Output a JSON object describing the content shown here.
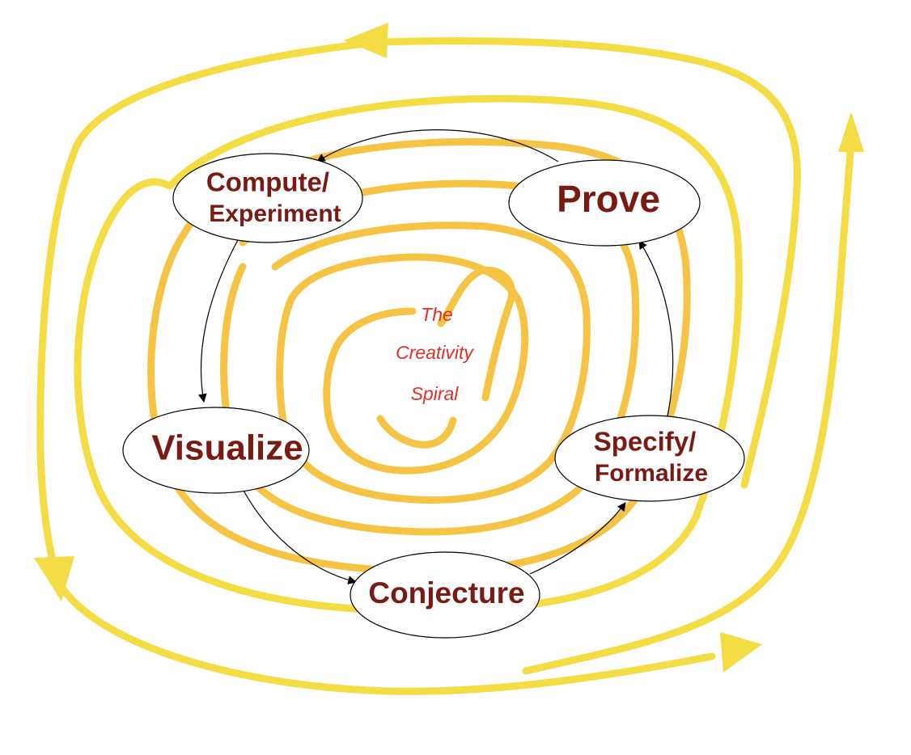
{
  "colors": {
    "spiral": "#f4dd44",
    "spiral_inner": "#f6c445",
    "node_text": "#7a1a14",
    "center_text": "#e0302b",
    "connector": "#000000"
  },
  "center_label": {
    "line1": "The",
    "line2": "Creativity",
    "line3": "Spiral"
  },
  "nodes": {
    "compute": {
      "line1": "Compute/",
      "line2": "Experiment"
    },
    "prove": {
      "label": "Prove"
    },
    "visualize": {
      "label": "Visualize"
    },
    "specify": {
      "line1": "Specify/",
      "line2": "Formalize"
    },
    "conjecture": {
      "label": "Conjecture"
    }
  },
  "cycle_order": [
    "Compute/Experiment",
    "Visualize",
    "Conjecture",
    "Specify/Formalize",
    "Prove"
  ]
}
